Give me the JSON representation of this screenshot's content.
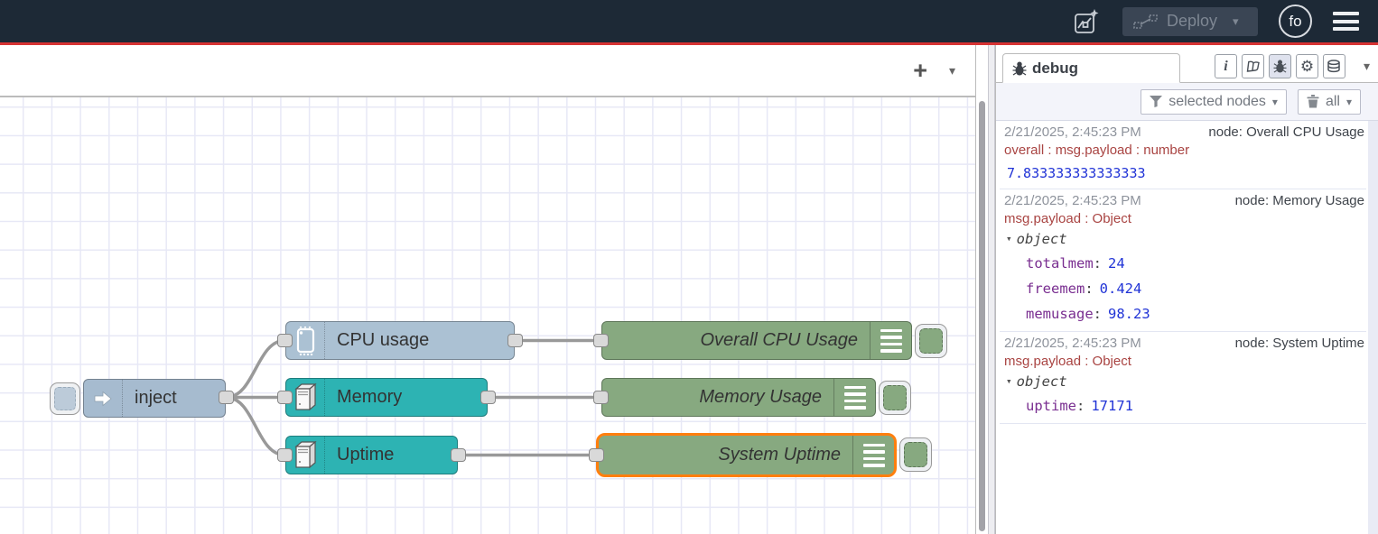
{
  "glyphs": {
    "plus": "+",
    "chevron_down": "▾",
    "caret_down": "▾",
    "colon": ":",
    "info": "i",
    "gear": "⚙"
  },
  "header": {
    "deploy_label": "Deploy",
    "avatar_text": "fo"
  },
  "flow": {
    "nodes": [
      {
        "label": "inject"
      },
      {
        "label": "CPU usage"
      },
      {
        "label": "Memory"
      },
      {
        "label": "Uptime"
      },
      {
        "label": "Overall CPU Usage"
      },
      {
        "label": "Memory Usage"
      },
      {
        "label": "System Uptime"
      }
    ]
  },
  "sidebar": {
    "tab_label": "debug",
    "filter_button": "selected nodes",
    "clear_button": "all",
    "messages": [
      {
        "timestamp": "2/21/2025, 2:45:23 PM",
        "node": "node: Overall CPU Usage",
        "property": "overall : msg.payload : number",
        "value": "7.833333333333333"
      },
      {
        "timestamp": "2/21/2025, 2:45:23 PM",
        "node": "node: Memory Usage",
        "property": "msg.payload : Object",
        "object_label": "object",
        "fields": [
          {
            "key": "totalmem",
            "value": "24"
          },
          {
            "key": "freemem",
            "value": "0.424"
          },
          {
            "key": "memusage",
            "value": "98.23"
          }
        ]
      },
      {
        "timestamp": "2/21/2025, 2:45:23 PM",
        "node": "node: System Uptime",
        "property": "msg.payload : Object",
        "object_label": "object",
        "fields": [
          {
            "key": "uptime",
            "value": "17171"
          }
        ]
      }
    ]
  },
  "colors": {
    "header_bg": "#1d2936",
    "header_accent_line": "#d63333",
    "node_blue": "#a6bbcf",
    "node_teal": "#2db3b3",
    "node_green": "#87a980",
    "selection_orange": "#ff7f0e",
    "wire": "#999999",
    "debug_property": "#a94442",
    "debug_key": "#792e90",
    "debug_number": "#2033d6"
  }
}
